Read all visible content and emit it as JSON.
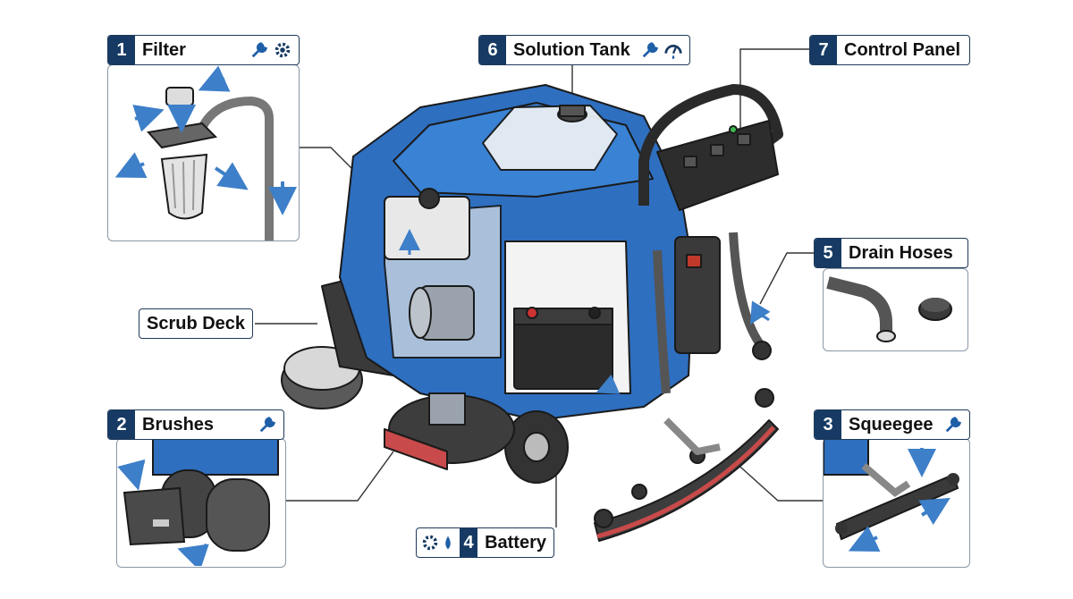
{
  "callouts": {
    "filter": {
      "number": "1",
      "label": "Filter"
    },
    "brushes": {
      "number": "2",
      "label": "Brushes"
    },
    "squeegee": {
      "number": "3",
      "label": "Squeegee"
    },
    "battery": {
      "number": "4",
      "label": "Battery"
    },
    "drain_hoses": {
      "number": "5",
      "label": "Drain Hoses"
    },
    "solution_tank": {
      "number": "6",
      "label": "Solution Tank"
    },
    "control_panel": {
      "number": "7",
      "label": "Control Panel"
    },
    "scrub_deck": {
      "label": "Scrub Deck"
    }
  },
  "colors": {
    "machine_blue": "#2e6fc0",
    "machine_dark": "#1c4f96",
    "badge_navy": "#163a63",
    "arrow_blue": "#3d7fc8",
    "squeegee_red": "#c94a4a"
  },
  "icons": [
    "wrench-icon",
    "gear-icon",
    "gauge-icon",
    "drop-icon"
  ]
}
